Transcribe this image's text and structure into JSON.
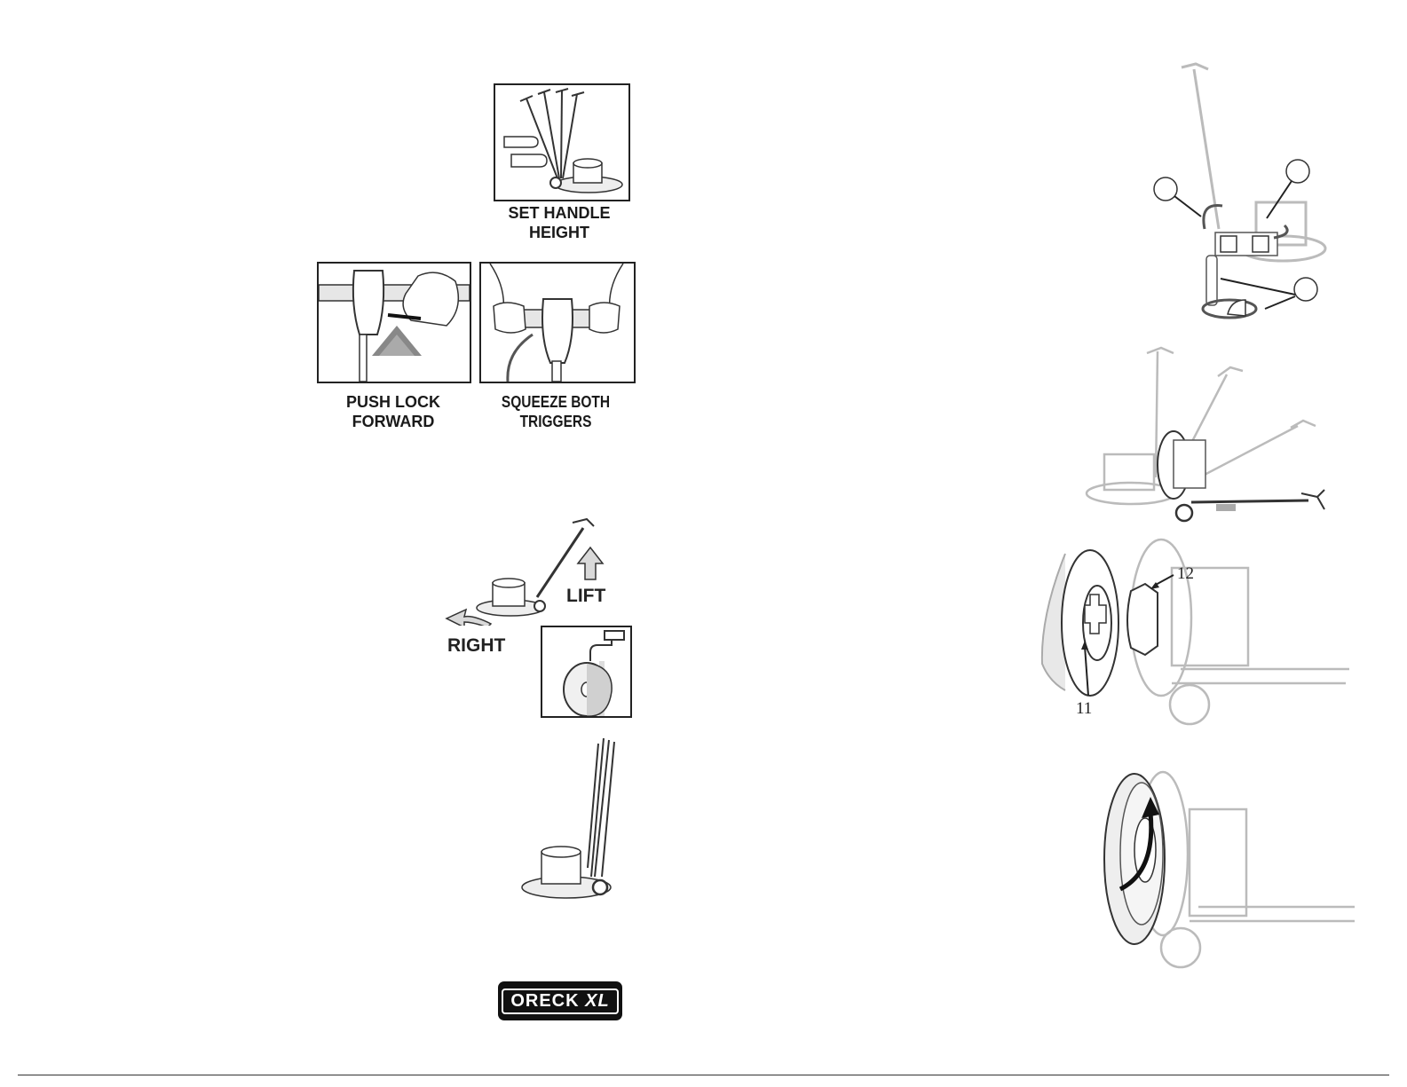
{
  "captions": {
    "set_handle_height": "SET HANDLE HEIGHT",
    "push_lock_forward": "PUSH LOCK FORWARD",
    "squeeze_both_triggers": "SQUEEZE BOTH TRIGGERS"
  },
  "motion_labels": {
    "lift": "LIFT",
    "right": "RIGHT"
  },
  "callouts": {
    "part_11": "11",
    "part_12": "12"
  },
  "logo": {
    "brand": "ORECK",
    "suffix": "XL"
  },
  "colors": {
    "ink": "#222222",
    "faded": "#bbbbbb",
    "gray_fill": "#d9d9d9"
  }
}
